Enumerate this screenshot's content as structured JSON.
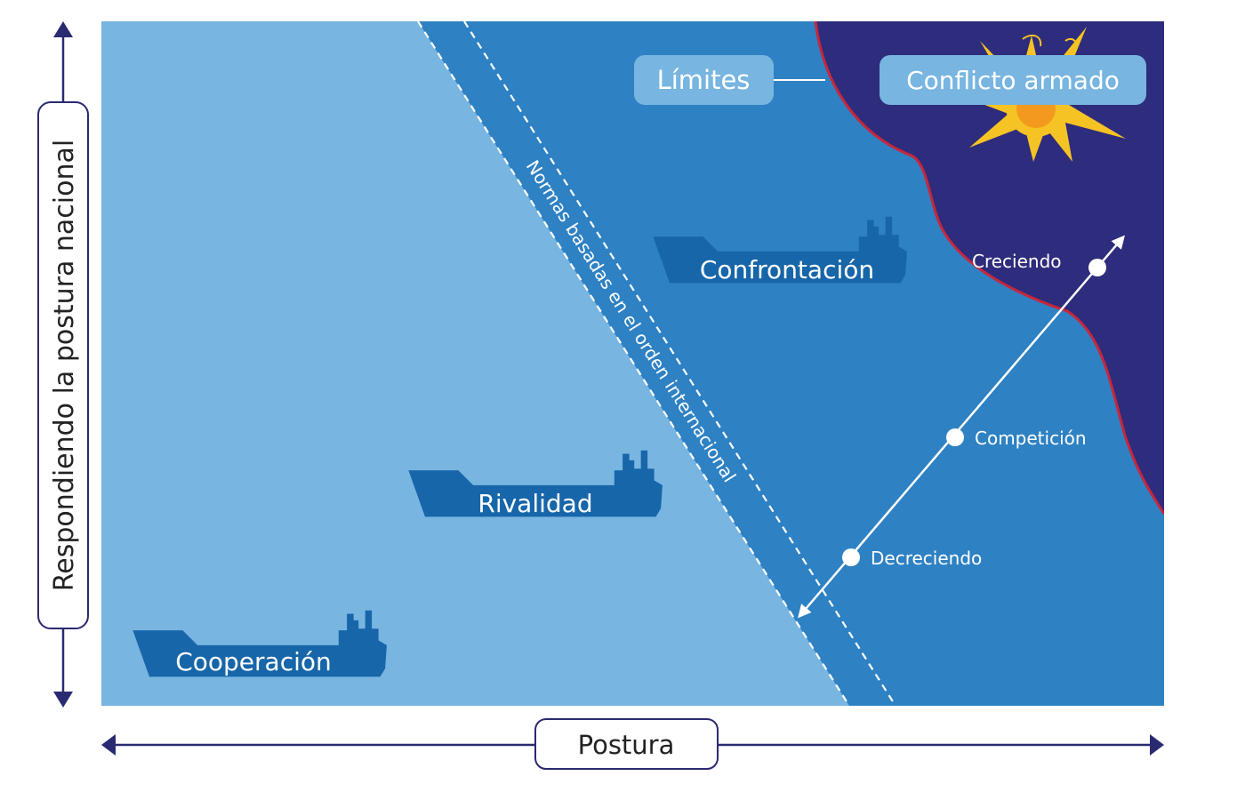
{
  "axes": {
    "x_label": "Postura",
    "y_label": "Respondiendo la postura nacional"
  },
  "zones": {
    "limits_label": "Límites",
    "armed_conflict_label": "Conflicto armado",
    "norms_band_label": "Normas basadas en el orden internacional"
  },
  "ships": {
    "cooperation": "Cooperación",
    "rivalry": "Rivalidad",
    "confrontation": "Confrontación"
  },
  "escalation": {
    "growing": "Creciendo",
    "competition": "Competición",
    "decreasing": "Decreciendo"
  },
  "colors": {
    "light_zone": "#78b5e1",
    "mid_zone": "#2e81c3",
    "conflict_zone": "#2e2c7c",
    "ship": "#1766a9",
    "axis": "#2a2a72",
    "border_red": "#c8263b",
    "label_box": "#78b5e1",
    "explosion_outer": "#f6c324",
    "explosion_inner": "#f39a1e"
  }
}
